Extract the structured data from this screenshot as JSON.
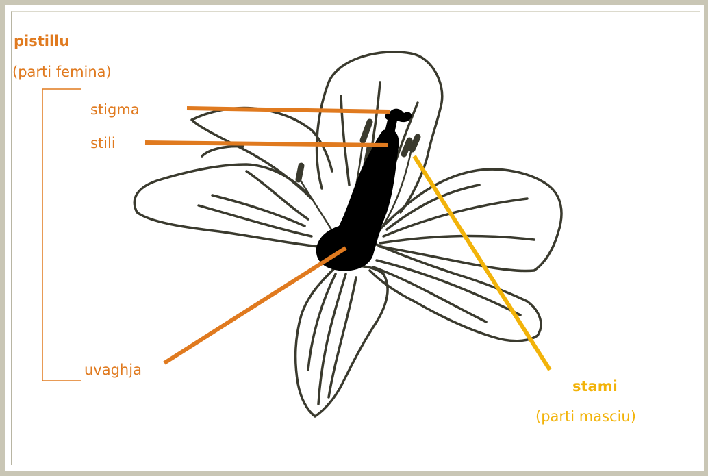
{
  "pistil": {
    "title": "pistillu",
    "subtitle": "(parti femina)",
    "parts": {
      "stigma": "stigma",
      "style": "stili",
      "ovary": "uvaghja"
    }
  },
  "stamen": {
    "title": "stami",
    "subtitle": "(parti masciu)"
  },
  "colors": {
    "pistil_label": "#e07a1f",
    "stamen_label": "#f2b30a",
    "outline": "#3a3a2e",
    "frame": "#c9c6b5"
  }
}
